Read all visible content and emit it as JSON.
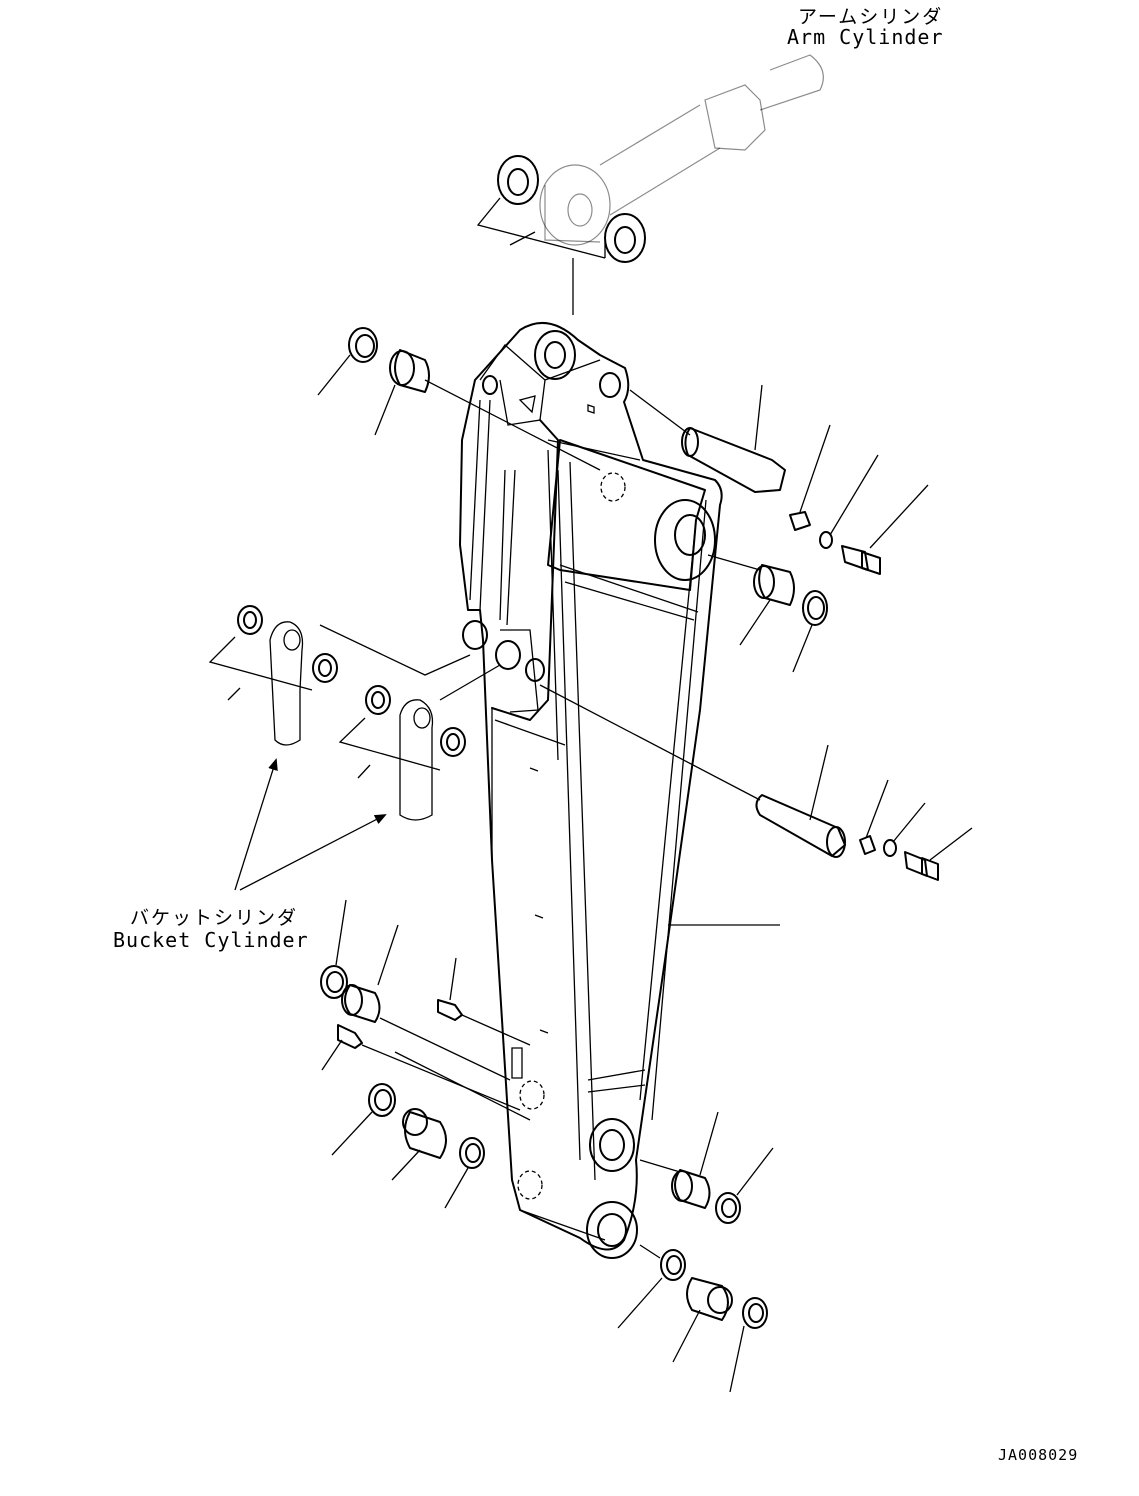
{
  "labels": {
    "arm_cylinder_ja": "アームシリンダ",
    "arm_cylinder_en": "Arm Cylinder",
    "bucket_cylinder_ja": "バケットシリンダ",
    "bucket_cylinder_en": "Bucket Cylinder",
    "drawing_code": "JA008029"
  },
  "colors": {
    "line": "#000000",
    "background": "#ffffff"
  }
}
